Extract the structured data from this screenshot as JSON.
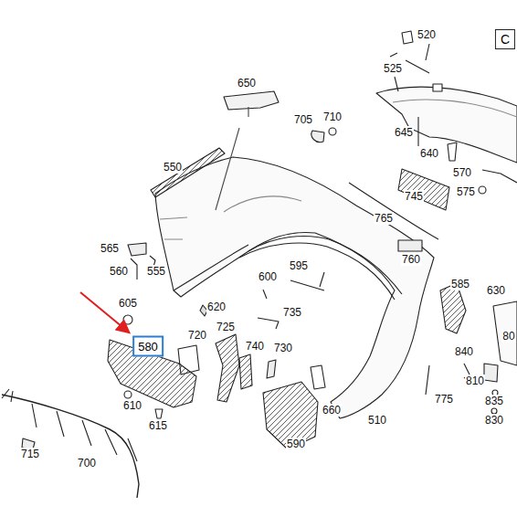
{
  "diagram": {
    "nodes": [
      {
        "text": [
          "C"
        ]
      },
      {
        "text": [
          "580"
        ]
      }
    ],
    "labels": [
      "520",
      "525",
      "650",
      "705",
      "710",
      "645",
      "640",
      "550",
      "570",
      "575",
      "745",
      "765",
      "565",
      "560",
      "555",
      "760",
      "595",
      "600",
      "585",
      "630",
      "605",
      "620",
      "80",
      "720",
      "725",
      "735",
      "840",
      "740",
      "730",
      "810",
      "775",
      "835",
      "610",
      "615",
      "660",
      "830",
      "510",
      "590",
      "715",
      "700"
    ]
  }
}
